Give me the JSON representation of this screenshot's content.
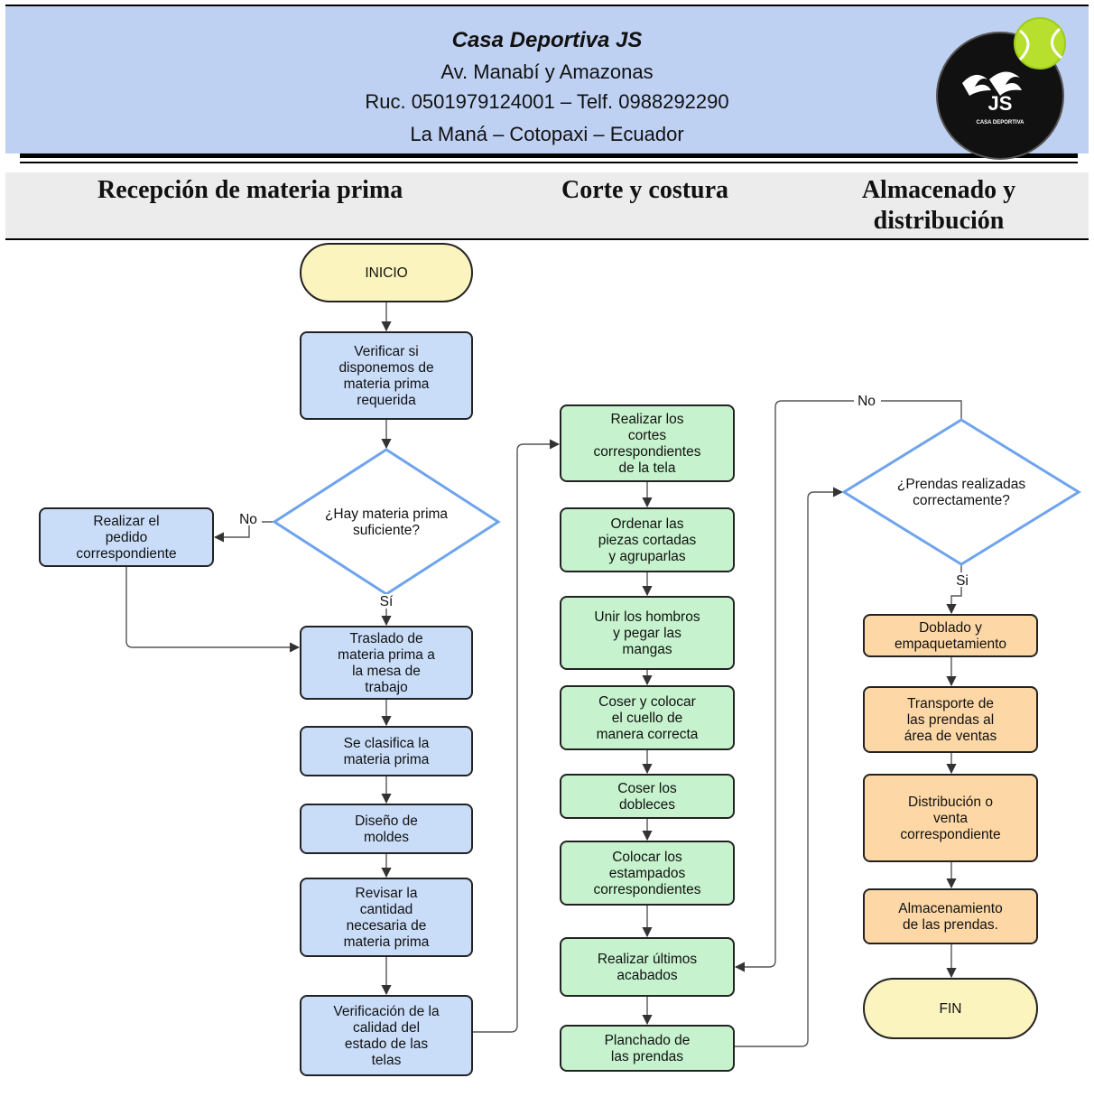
{
  "header": {
    "company_name": "Casa Deportiva JS",
    "address": "Av. Manabí y Amazonas",
    "ruc_phone": "Ruc. 0501979124001 – Telf. 0988292290",
    "location": "La Maná – Cotopaxi – Ecuador",
    "logo_text": "JS",
    "logo_subtext": "CASA DEPORTIVA"
  },
  "lanes": [
    {
      "label": "Recepción de materia prima"
    },
    {
      "label": "Corte y costura"
    },
    {
      "label": "Almacenado y distribución"
    }
  ],
  "colors": {
    "header_bg": "#bfd1f3",
    "terminal": "#fbf4be",
    "blue_step": "#c9ddf9",
    "green_step": "#c6f3cd",
    "orange_step": "#fdd8a6",
    "decision_border": "#6ea4ee"
  },
  "flow": {
    "start": [
      "INICIO"
    ],
    "end": [
      "FIN"
    ],
    "decision1": [
      "¿Hay materia prima",
      "suficiente?"
    ],
    "decision1_no": "No",
    "decision1_yes": "Sí",
    "decision2": [
      "¿Prendas realizadas",
      "correctamente?"
    ],
    "decision2_no": "No",
    "decision2_yes": "Si",
    "steps1": [
      [
        "Verificar si",
        "disponemos de",
        "materia prima",
        "requerida"
      ],
      [
        "Realizar el",
        "pedido",
        "correspondiente"
      ],
      [
        "Traslado de",
        "materia prima a",
        "la mesa de",
        "trabajo"
      ],
      [
        "Se clasifica la",
        "materia prima"
      ],
      [
        "Diseño de",
        "moldes"
      ],
      [
        "Revisar la",
        "cantidad",
        "necesaria de",
        "materia prima"
      ],
      [
        "Verificación de la",
        "calidad del",
        "estado de las",
        "telas"
      ]
    ],
    "steps2": [
      [
        "Realizar los",
        "cortes",
        "correspondientes",
        "de la tela"
      ],
      [
        "Ordenar las",
        "piezas cortadas",
        "y agruparlas"
      ],
      [
        "Unir los hombros",
        "y pegar las",
        "mangas"
      ],
      [
        "Coser y colocar",
        "el cuello de",
        "manera correcta"
      ],
      [
        "Coser los",
        "dobleces"
      ],
      [
        "Colocar los",
        "estampados",
        "correspondientes"
      ],
      [
        "Realizar últimos",
        "acabados"
      ],
      [
        "Planchado de",
        "las prendas"
      ]
    ],
    "steps3": [
      [
        "Doblado y",
        "empaquetamiento"
      ],
      [
        "Transporte de",
        "las prendas al",
        "área de ventas"
      ],
      [
        "Distribución o",
        "venta",
        "correspondiente"
      ],
      [
        "Almacenamiento",
        "de las prendas."
      ]
    ]
  }
}
